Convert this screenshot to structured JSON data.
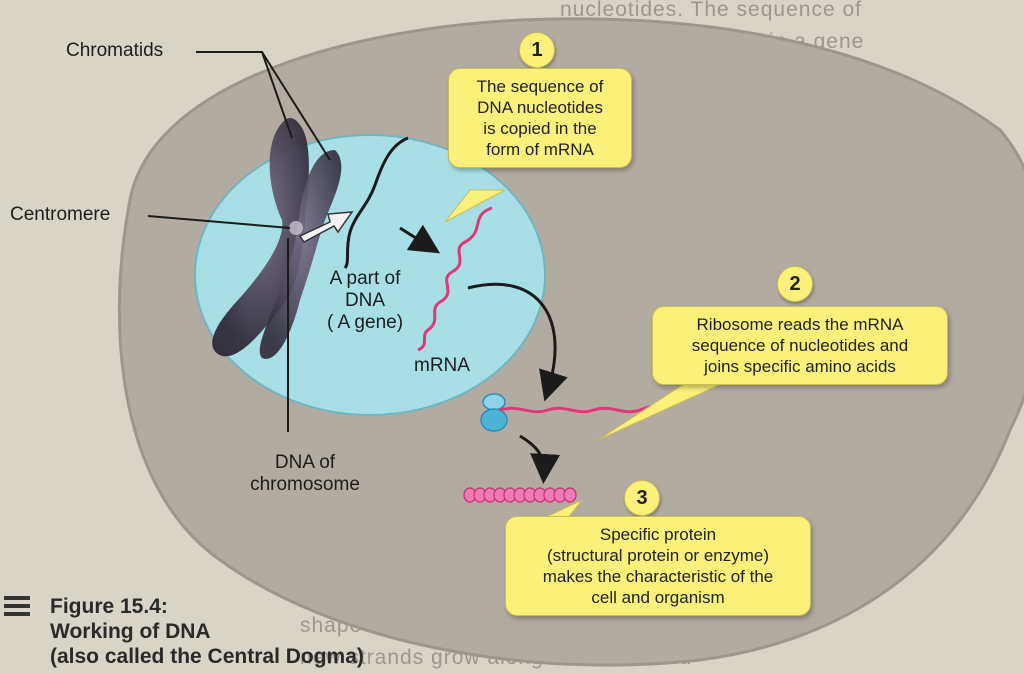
{
  "labels": {
    "chromatids": "Chromatids",
    "centromere": "Centromere",
    "dna_part": [
      "A part of",
      "DNA",
      "( A gene)"
    ],
    "mrna": "mRNA",
    "dna_of_chromosome": [
      "DNA of",
      "chromosome"
    ]
  },
  "steps": [
    {
      "number": "1",
      "lines": [
        "The sequence of",
        "DNA nucleotides",
        "is copied in the",
        "form of mRNA"
      ]
    },
    {
      "number": "2",
      "lines": [
        "Ribosome reads the mRNA",
        "sequence of nucleotides and",
        "joins specific amino acids"
      ]
    },
    {
      "number": "3",
      "lines": [
        "Specific protein",
        "(structural protein or enzyme)",
        "makes the characteristic of the",
        "cell and organism"
      ]
    }
  ],
  "figure": {
    "number": "Figure 15.4:",
    "title": "Working of DNA",
    "subtitle": "(also called the Central Dogma)"
  },
  "colors": {
    "cell": "#b2aba2",
    "nucleus": "#a8dfe6",
    "callout": "#fbf07a",
    "mrna": "#e0377a",
    "ribosome": "#4fb3d8"
  }
}
